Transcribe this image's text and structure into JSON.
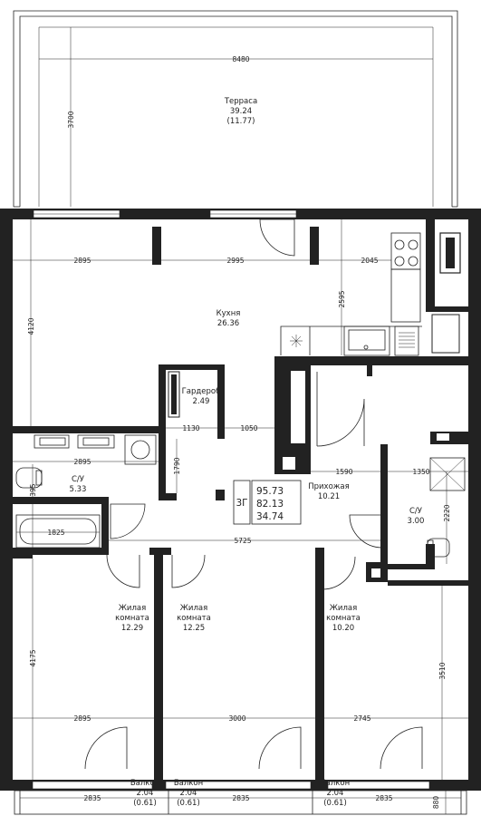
{
  "rooms": {
    "terrace": {
      "name": "Терраса",
      "area": "39.24",
      "sub": "(11.77)"
    },
    "kitchen": {
      "name": "Кухня",
      "area": "26.36"
    },
    "wardrobe": {
      "name": "Гардероб",
      "area": "2.49"
    },
    "bath1": {
      "name": "С/У",
      "area": "5.33"
    },
    "hall": {
      "name": "Прихожая",
      "area": "10.21"
    },
    "bath2": {
      "name": "С/У",
      "area": "3.00"
    },
    "living1": {
      "line1": "Жилая",
      "line2": "комната",
      "area": "12.29"
    },
    "living2": {
      "line1": "Жилая",
      "line2": "комната",
      "area": "12.25"
    },
    "living3": {
      "line1": "Жилая",
      "line2": "комната",
      "area": "10.20"
    },
    "balcony1": {
      "name": "Балкон",
      "area": "2.04",
      "sub": "(0.61)"
    },
    "balcony2": {
      "name": "Балкон",
      "area": "2.04",
      "sub": "(0.61)"
    },
    "balcony3": {
      "name": "Балкон",
      "area": "2.04",
      "sub": "(0.61)"
    }
  },
  "dimensions": {
    "terrace_w": "8480",
    "terrace_h": "3700",
    "kitchen_w1": "2895",
    "kitchen_w2": "2995",
    "kitchen_w3": "2045",
    "kitchen_h": "4120",
    "kitchen_h2": "2595",
    "wardrobe_w1": "1130",
    "wardrobe_w2": "1050",
    "wardrobe_h": "1790",
    "bath1_w": "2895",
    "bath1_h": "2395",
    "bathtub_w": "1825",
    "hall_w": "1590",
    "bath2_w": "1350",
    "bath2_h": "2220",
    "corridor_w": "5725",
    "living1_h": "4175",
    "living1_w": "2895",
    "living2_w": "3000",
    "living3_w": "2745",
    "living3_h": "3510",
    "balcony1_w": "2835",
    "balcony2_w": "2835",
    "balcony3_w": "2835",
    "balcony_d": "880"
  },
  "legend": {
    "type": "3Г",
    "total": "95.73",
    "living": "82.13",
    "other": "34.74"
  }
}
